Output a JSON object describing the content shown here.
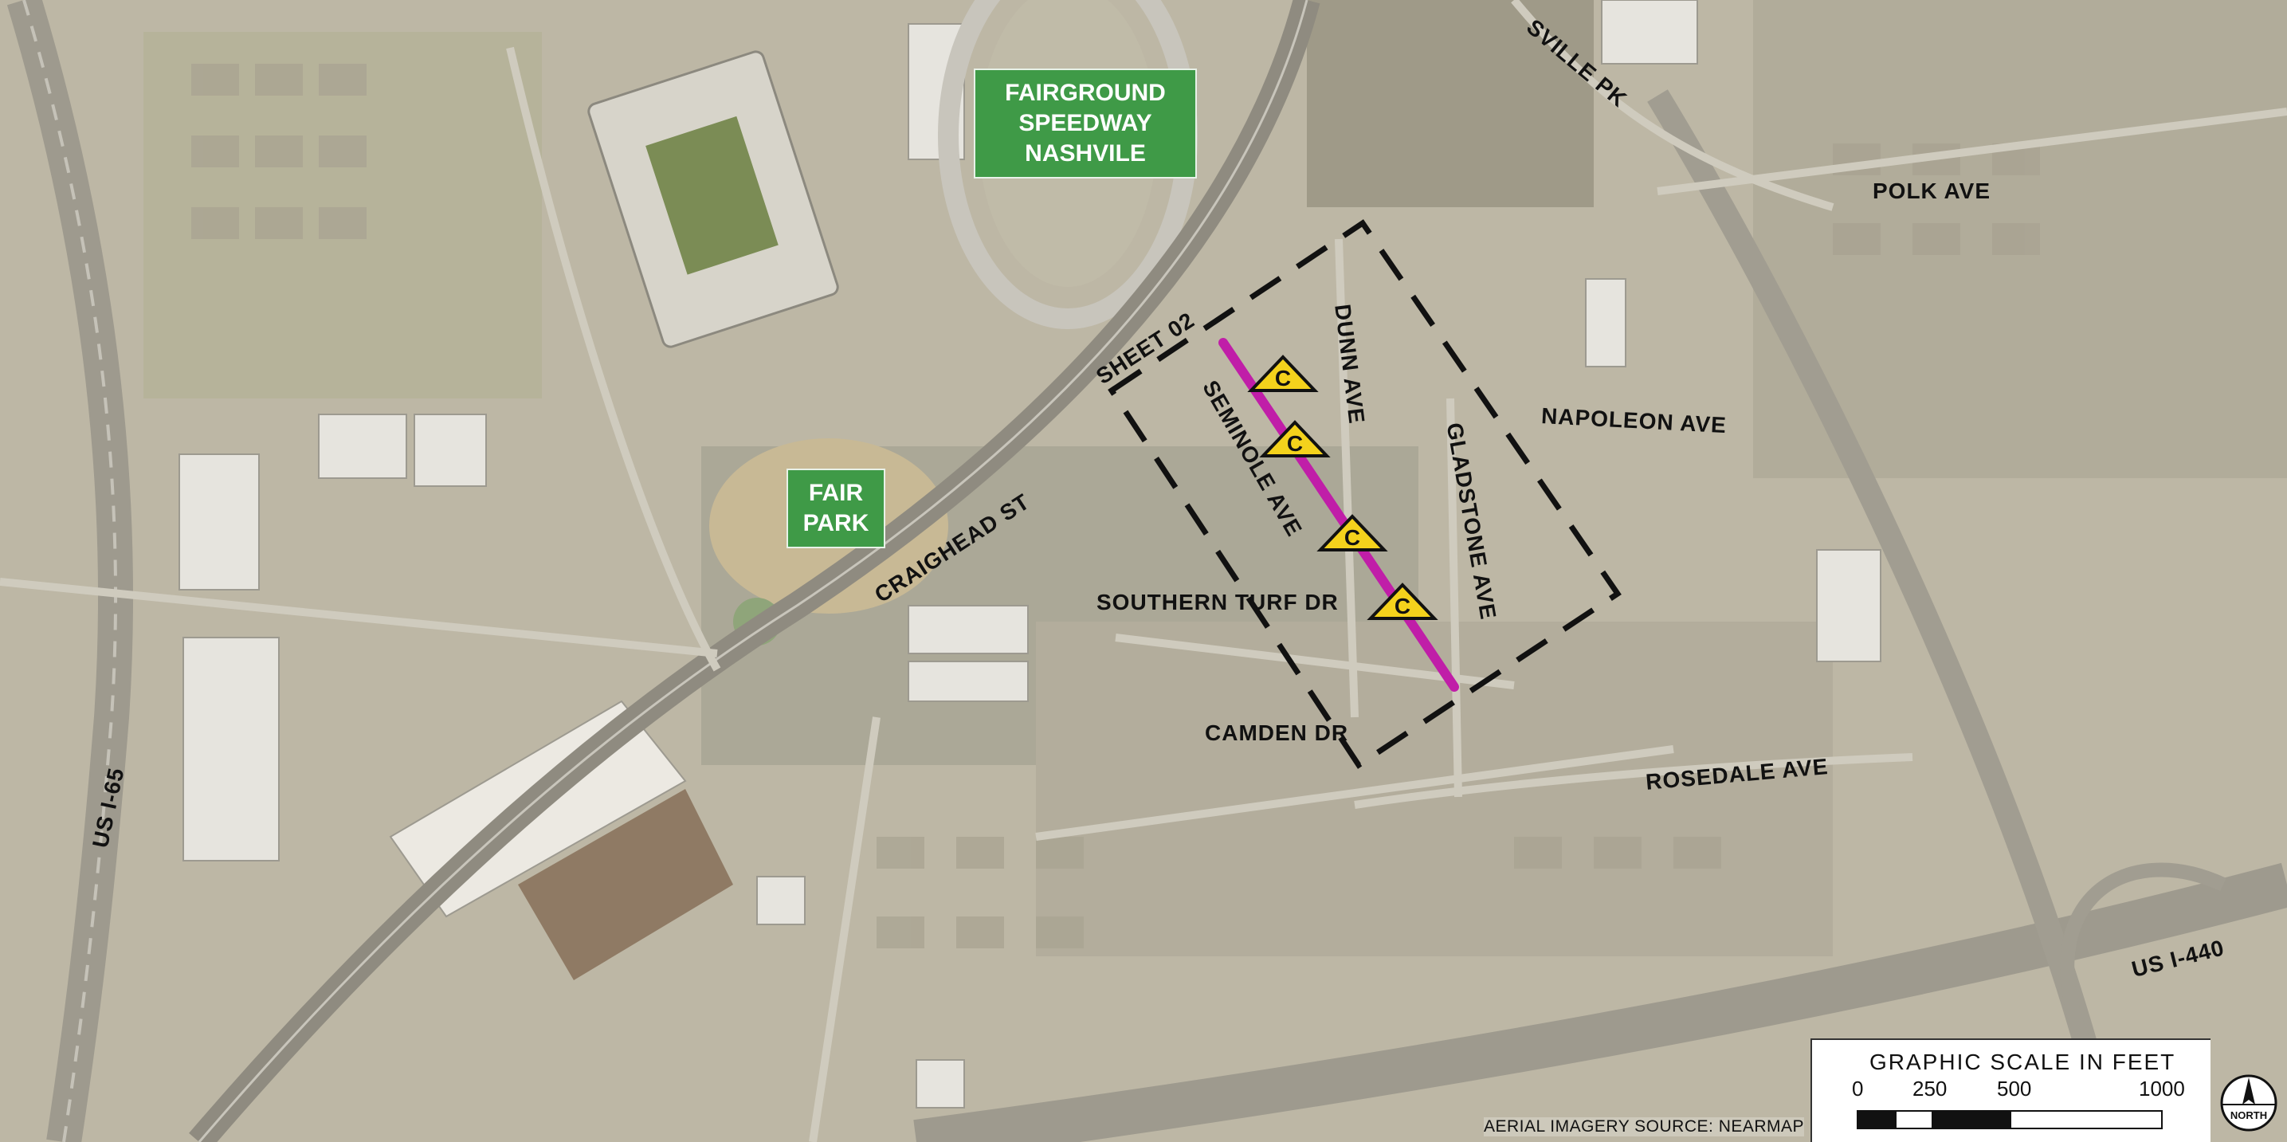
{
  "roads": {
    "nolensville_pk": "SVILLE PK",
    "polk_ave": "POLK AVE",
    "sheet_02": "SHEET 02",
    "dunn_ave": "DUNN AVE",
    "seminole_ave": "SEMINOLE AVE",
    "gladstone_ave": "GLADSTONE AVE",
    "napoleon_ave": "NAPOLEON AVE",
    "craighead_st": "CRAIGHEAD ST",
    "southern_turf_dr": "SOUTHERN TURF DR",
    "camden_dr": "CAMDEN DR",
    "rosedale_ave": "ROSEDALE AVE",
    "us_i65": "US I-65",
    "us_i440": "US I-440"
  },
  "places": {
    "speedway": "FAIRGROUND\nSPEEDWAY\nNASHVILE",
    "fair_park": "FAIR\nPARK"
  },
  "markers": {
    "label": "C",
    "count": 4
  },
  "scale": {
    "title": "GRAPHIC SCALE IN FEET",
    "ticks": [
      "0",
      "250",
      "500",
      "1000"
    ]
  },
  "north_label": "NORTH",
  "source": "AERIAL IMAGERY SOURCE: NEARMAP",
  "colors": {
    "project_line": "#c01ea8",
    "marker_fill": "#f4d21c",
    "place_fill": "#3f9a47",
    "boundary": "#111111"
  }
}
